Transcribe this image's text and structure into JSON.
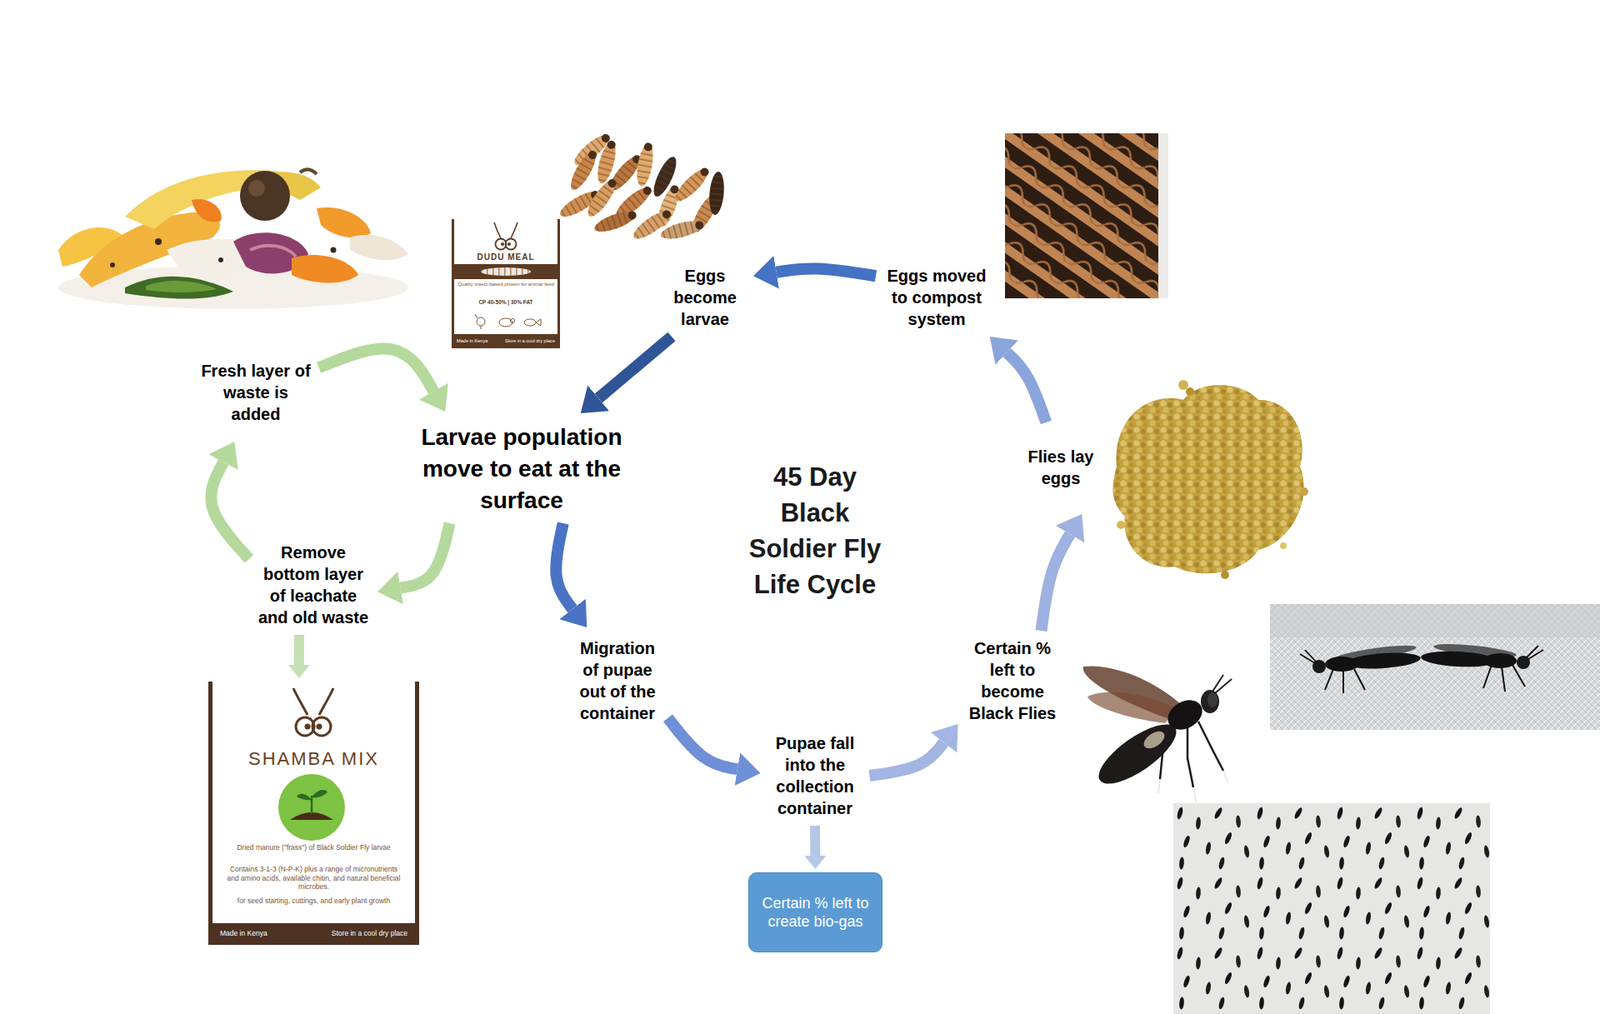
{
  "diagram": {
    "title": "45 Day Black Soldier Fly Life Cycle",
    "nodes": [
      {
        "text": [
          "DUDU MEAL",
          "Quality insect-based protein for animal feed",
          "CP 40-50% | 30% FAT",
          "Made in Kenya",
          "Store in a cool dry place"
        ]
      },
      {
        "text": [
          "Eggs become larvae"
        ]
      },
      {
        "text": [
          "Eggs moved to compost system"
        ]
      },
      {
        "text": [
          "Fresh layer of waste is added"
        ]
      },
      {
        "text": [
          "Larvae population move to eat at the surface"
        ]
      },
      {
        "text": [
          "Flies lay eggs"
        ]
      },
      {
        "text": [
          "Remove bottom layer of leachate and old waste"
        ]
      },
      {
        "text": [
          "Migration of pupae out of the container"
        ]
      },
      {
        "text": [
          "Certain % left to become Black Flies"
        ]
      },
      {
        "text": [
          "SHAMBA MIX",
          "Dried manure (\"frass\") of Black Soldier Fly larvae",
          "Contains 3-1-3 (N-P-K) plus a range of micronutrients and amino acids, available chitin, and natural beneficial microbes.",
          "for seed starting, cuttings, and early plant growth",
          "Made in Kenya",
          "Store in a cool dry place"
        ]
      },
      {
        "text": [
          "Pupae fall into the collection container"
        ]
      },
      {
        "text": [
          "Certain % left to create bio-gas"
        ]
      }
    ],
    "edges": [
      {
        "from": 2,
        "to": 1,
        "arrow": "to"
      },
      {
        "from": 1,
        "to": 4,
        "arrow": "to"
      },
      {
        "from": 3,
        "to": 4,
        "arrow": "to"
      },
      {
        "from": 4,
        "to": 6,
        "arrow": "to"
      },
      {
        "from": 6,
        "to": 3,
        "arrow": "to"
      },
      {
        "from": 6,
        "to": 9,
        "arrow": "to"
      },
      {
        "from": 4,
        "to": 7,
        "arrow": "to"
      },
      {
        "from": 7,
        "to": 10,
        "arrow": "to"
      },
      {
        "from": 10,
        "to": 11,
        "arrow": "to"
      },
      {
        "from": 10,
        "to": 8,
        "arrow": "to"
      },
      {
        "from": 8,
        "to": 5,
        "arrow": "to"
      },
      {
        "from": 5,
        "to": 2,
        "arrow": "to"
      }
    ]
  }
}
